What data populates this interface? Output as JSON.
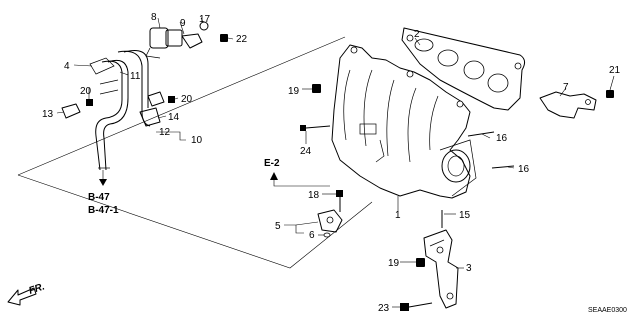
{
  "callouts": [
    "1",
    "2",
    "3",
    "4",
    "5",
    "6",
    "7",
    "8",
    "9",
    "10",
    "11",
    "12",
    "13",
    "14",
    "15",
    "16",
    "16",
    "17",
    "18",
    "19",
    "19",
    "20",
    "20",
    "21",
    "22",
    "23",
    "24"
  ],
  "references": {
    "e2": "E-2",
    "b47": "B-47",
    "b47_1": "B-47-1"
  },
  "front_arrow": "FR.",
  "diagram_code": "SEAAE0300"
}
